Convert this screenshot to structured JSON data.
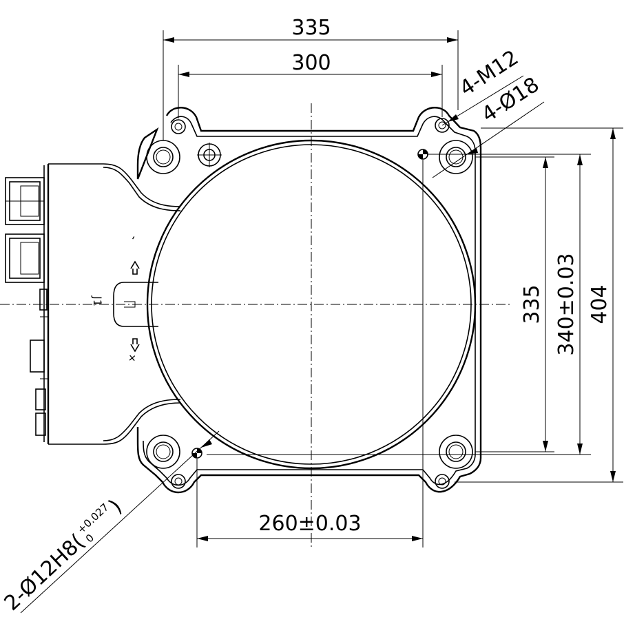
{
  "dimensions": {
    "top_outer": "335",
    "top_inner": "300",
    "bottom": "260±0.03",
    "right_inner": "335",
    "right_mid": "340±0.03",
    "right_outer": "404",
    "thread_callout": "4-M12",
    "hole_callout": "4-Ø18",
    "pin_callout": "2-Ø12H8(",
    "pin_tol_upper": "+0.027",
    "pin_tol_lower": "0",
    "pin_close": ")"
  },
  "markings": {
    "connector_label": "J1",
    "minus_sign": "-",
    "plus_sign": "+"
  }
}
